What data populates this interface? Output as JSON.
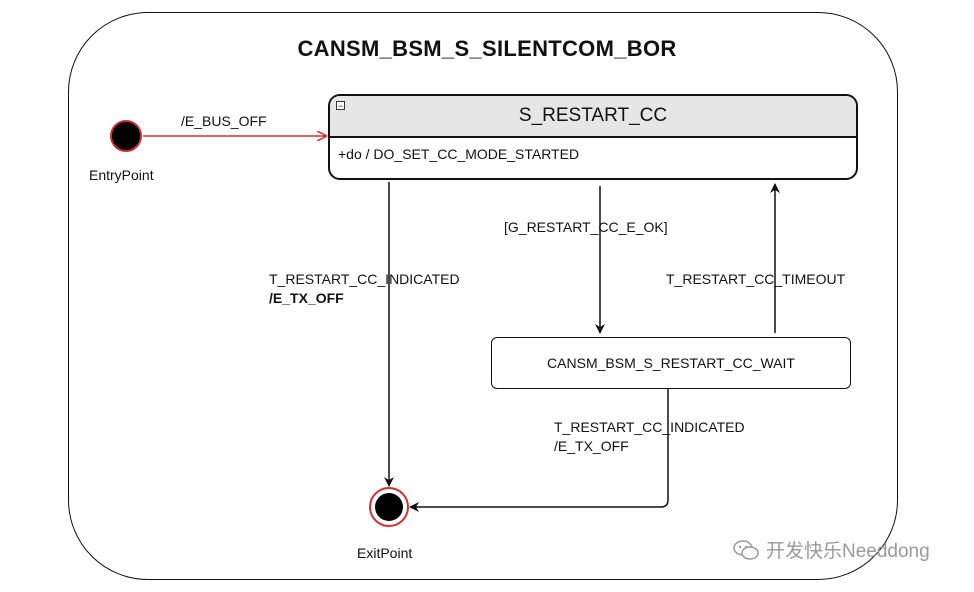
{
  "diagram": {
    "outer_state": {
      "title": "CANSM_BSM_S_SILENTCOM_BOR"
    },
    "restart_state": {
      "title": "S_RESTART_CC",
      "activity": "+do / DO_SET_CC_MODE_STARTED",
      "collapse_icon": "minus-icon"
    },
    "wait_state": {
      "title": "CANSM_BSM_S_RESTART_CC_WAIT"
    },
    "entry_point": {
      "label": "EntryPoint"
    },
    "exit_point": {
      "label": "ExitPoint"
    },
    "transitions": {
      "entry": {
        "label": "/E_BUS_OFF"
      },
      "restart_to_exit": {
        "trigger": "T_RESTART_CC_INDICATED",
        "action": "/E_TX_OFF"
      },
      "restart_to_wait": {
        "label": "[G_RESTART_CC_E_OK]"
      },
      "wait_to_restart": {
        "label": "T_RESTART_CC_TIMEOUT"
      },
      "wait_to_exit": {
        "trigger": "T_RESTART_CC_INDICATED",
        "action": "/E_TX_OFF"
      }
    },
    "colors": {
      "entry_edge": "#d32f2f",
      "exit_ring": "#d32f2f",
      "node_fill": "#000000"
    }
  },
  "watermark": {
    "text": "开发快乐Needdong",
    "icon": "wechat-icon"
  }
}
